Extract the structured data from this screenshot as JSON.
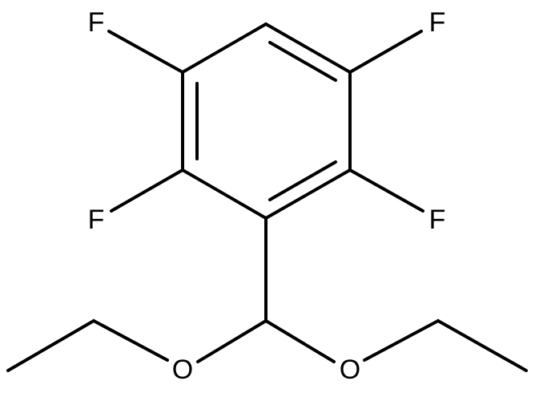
{
  "diagram": {
    "atom_labels": {
      "f_top_left": "F",
      "f_top_right": "F",
      "f_mid_left": "F",
      "f_mid_right": "F",
      "o_left": "O",
      "o_right": "O"
    },
    "colors": {
      "bond": "#000000",
      "label": "#000000",
      "background": "#ffffff"
    }
  }
}
